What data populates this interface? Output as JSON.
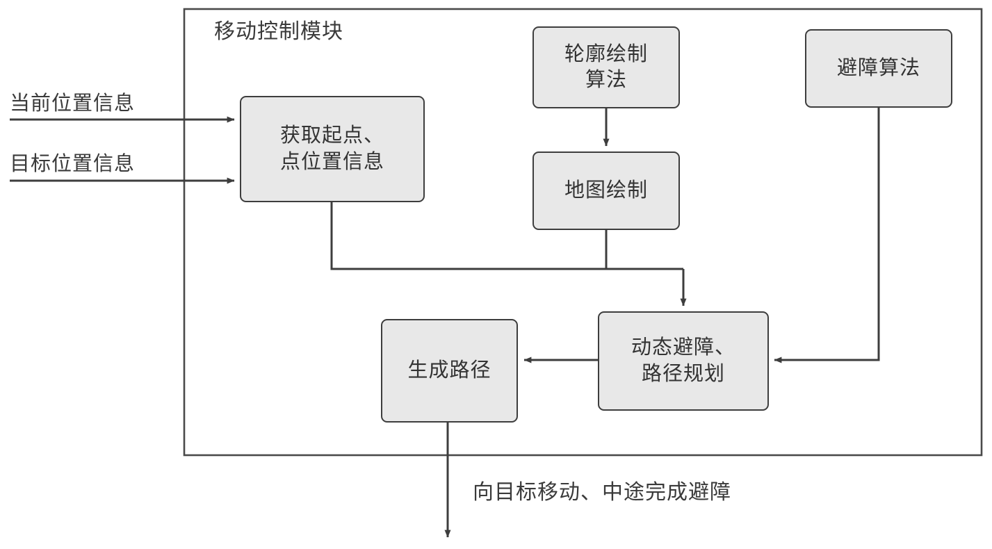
{
  "diagram": {
    "title": "移动控制模块",
    "type": "flowchart",
    "container": {
      "label": "移动控制模块",
      "name": "mobile-control-module-container"
    },
    "inputs": [
      {
        "id": "current-position",
        "label": "当前位置信息"
      },
      {
        "id": "target-position",
        "label": "目标位置信息"
      }
    ],
    "nodes": [
      {
        "id": "get-points",
        "label": "获取起点、\n点位置信息"
      },
      {
        "id": "contour-algo",
        "label": "轮廓绘制\n算法"
      },
      {
        "id": "map-draw",
        "label": "地图绘制"
      },
      {
        "id": "avoid-algo",
        "label": "避障算法"
      },
      {
        "id": "gen-path",
        "label": "生成路径"
      },
      {
        "id": "dynamic-plan",
        "label": "动态避障、\n路径规划"
      }
    ],
    "output": {
      "id": "move-to-target",
      "label": "向目标移动、中途完成避障"
    },
    "edges": [
      {
        "from": "current-position",
        "to": "get-points",
        "style": "arrow"
      },
      {
        "from": "target-position",
        "to": "get-points",
        "style": "arrow"
      },
      {
        "from": "contour-algo",
        "to": "map-draw",
        "style": "arrow"
      },
      {
        "from": "get-points",
        "to": "dynamic-plan",
        "style": "elbow-arrow"
      },
      {
        "from": "map-draw",
        "to": "dynamic-plan",
        "style": "elbow-arrow"
      },
      {
        "from": "avoid-algo",
        "to": "dynamic-plan",
        "style": "elbow-arrow"
      },
      {
        "from": "dynamic-plan",
        "to": "gen-path",
        "style": "arrow"
      },
      {
        "from": "gen-path",
        "to": "move-to-target",
        "style": "arrow"
      }
    ],
    "colors": {
      "node_fill": "#e8e8e8",
      "node_stroke": "#3d3d3d",
      "line": "#3d3d3d",
      "container_stroke": "#4a4a4a",
      "text": "#333333",
      "background": "#ffffff"
    }
  }
}
